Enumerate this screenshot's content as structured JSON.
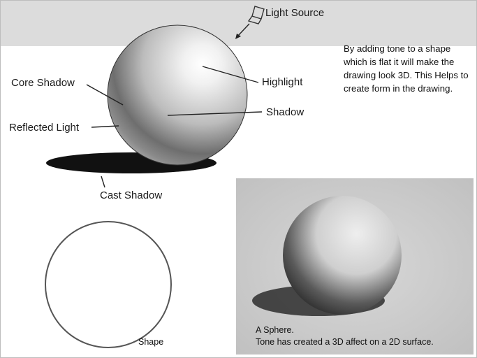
{
  "diagram": {
    "labels": {
      "light_source": "Light Source",
      "highlight": "Highlight",
      "core_shadow": "Core Shadow",
      "shadow": "Shadow",
      "reflected_light": "Reflected Light",
      "cast_shadow": "Cast Shadow"
    }
  },
  "description": "By adding tone to a shape which is flat it will make the drawing look 3D. This Helps to create form in the drawing.",
  "photo": {
    "caption_line1": "A Sphere.",
    "caption_line2": "Tone has created a 3D affect on a 2D surface."
  },
  "outline": {
    "label": "Shape"
  }
}
